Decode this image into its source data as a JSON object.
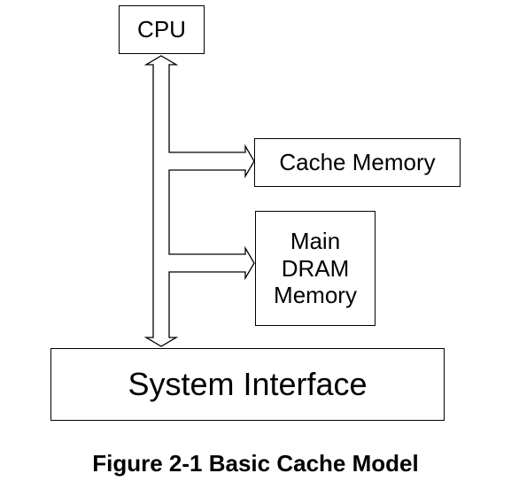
{
  "diagram": {
    "cpu": {
      "label": "CPU"
    },
    "cache": {
      "label": "Cache Memory"
    },
    "dram": {
      "lines": [
        "Main",
        "DRAM",
        "Memory"
      ]
    },
    "system_interface": {
      "label": "System Interface"
    },
    "caption": "Figure 2-1  Basic Cache Model"
  },
  "colors": {
    "line": "#000000",
    "background": "#ffffff"
  }
}
